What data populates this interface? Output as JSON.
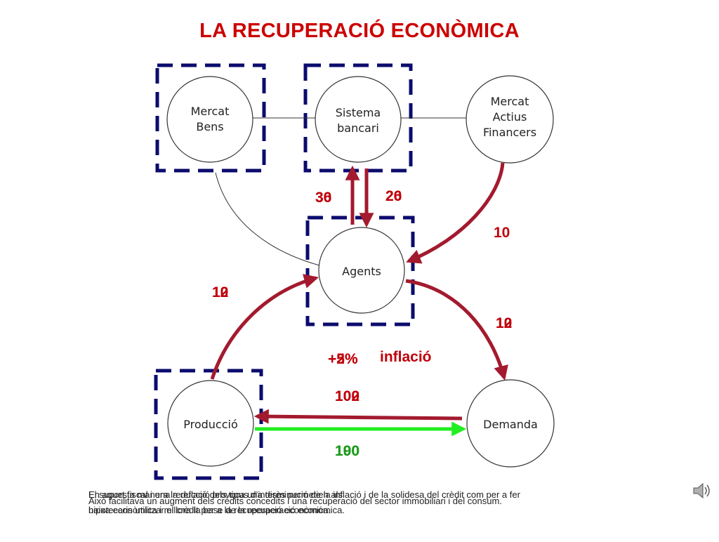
{
  "title": "LA RECUPERACIÓ ECONÒMICA",
  "nodes": {
    "mercat_bens": [
      "Mercat",
      "Bens"
    ],
    "sistema_bancari": [
      "Sistema",
      "bancari"
    ],
    "mercat_actius": [
      "Mercat",
      "Actius",
      "Financers"
    ],
    "agents": "Agents",
    "produccio": "Producció",
    "demanda": "Demanda"
  },
  "labels": {
    "bank_up": [
      "30",
      "36"
    ],
    "bank_down": [
      "20",
      "26"
    ],
    "financial_to_agents": "10",
    "production_to_agents": [
      "10",
      "12"
    ],
    "agents_to_demand": [
      "10",
      "12"
    ],
    "demand_to_production": [
      "100",
      "102"
    ],
    "production_to_demand": [
      "190",
      "100"
    ],
    "inflation_value": [
      "+2%",
      "+5%"
    ],
    "inflation_word": "inflació"
  },
  "caption": [
    "El suport fiscal i una reducció dels tipus d’interès permetien als ",
    "En aquesta manera la reflació provoca una disminució de la inflació i de la solidesa del crèdit com per a fer",
    "Això facilitava un augment dels crèdits concedits i una recuperació del sector immobiliari i del consum.",
    "hipotecaris utilitzar el crèdit per a la recuperació econòmica.",
    "baixa econòmica i millora la base de la recuperació económica."
  ],
  "colors": {
    "title": "#cc0000",
    "arrow_red": "#a31a2e",
    "arrow_green": "#22ee22",
    "dashed_box": "#0b0b6e",
    "label_red": "#c0000a",
    "label_green": "#1a9a1a"
  },
  "icons": {
    "speaker": "speaker-icon"
  }
}
